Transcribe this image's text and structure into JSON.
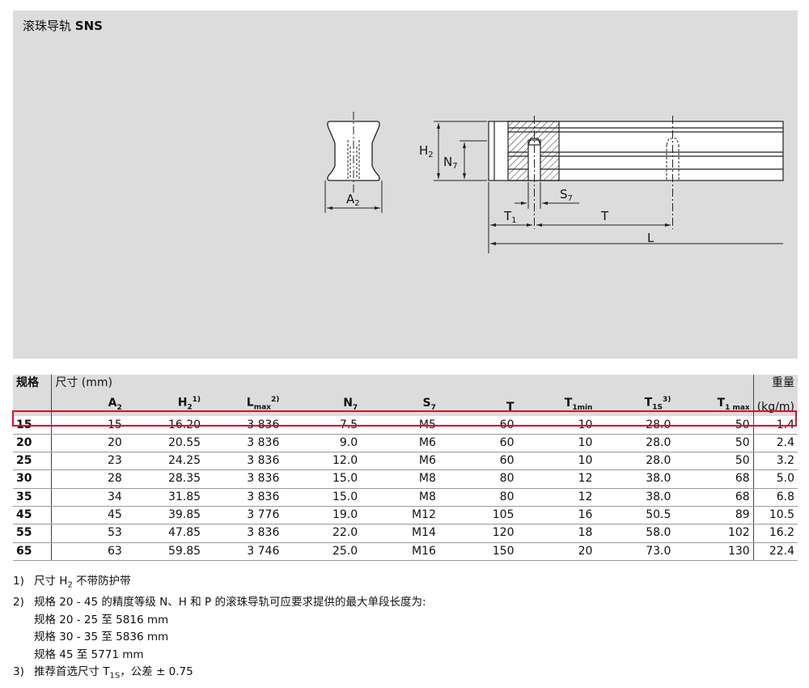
{
  "title": {
    "cn": "滚珠导轨",
    "code": "SNS"
  },
  "drawing_labels": {
    "a2": "A",
    "a2_sub": "2",
    "h2": "H",
    "h2_sub": "2",
    "n7": "N",
    "n7_sub": "7",
    "s7": "S",
    "s7_sub": "7",
    "t1": "T",
    "t1_sub": "1",
    "t": "T",
    "l": "L"
  },
  "table": {
    "header": {
      "spec": "规格",
      "size": "尺寸 (mm)",
      "weight": "重量",
      "weight_unit": "(kg/m)",
      "cols": [
        {
          "main": "A",
          "sub": "2",
          "sup": ""
        },
        {
          "main": "H",
          "sub": "2",
          "sup": "1)"
        },
        {
          "main": "L",
          "sub": "max",
          "sup": "2)"
        },
        {
          "main": "N",
          "sub": "7",
          "sup": ""
        },
        {
          "main": "S",
          "sub": "7",
          "sup": ""
        },
        {
          "main": "T",
          "sub": "",
          "sup": ""
        },
        {
          "main": "T",
          "sub": "1min",
          "sup": ""
        },
        {
          "main": "T",
          "sub": "1S",
          "sup": "3)"
        },
        {
          "main": "T",
          "sub": "1 max",
          "sup": ""
        }
      ]
    },
    "rows": [
      [
        "15",
        "15",
        "16.20",
        "3 836",
        "7.5",
        "M5",
        "60",
        "10",
        "28.0",
        "50",
        "1.4"
      ],
      [
        "20",
        "20",
        "20.55",
        "3 836",
        "9.0",
        "M6",
        "60",
        "10",
        "28.0",
        "50",
        "2.4"
      ],
      [
        "25",
        "23",
        "24.25",
        "3 836",
        "12.0",
        "M6",
        "60",
        "10",
        "28.0",
        "50",
        "3.2"
      ],
      [
        "30",
        "28",
        "28.35",
        "3 836",
        "15.0",
        "M8",
        "80",
        "12",
        "38.0",
        "68",
        "5.0"
      ],
      [
        "35",
        "34",
        "31.85",
        "3 836",
        "15.0",
        "M8",
        "80",
        "12",
        "38.0",
        "68",
        "6.8"
      ],
      [
        "45",
        "45",
        "39.85",
        "3 776",
        "19.0",
        "M12",
        "105",
        "16",
        "50.5",
        "89",
        "10.5"
      ],
      [
        "55",
        "53",
        "47.85",
        "3 836",
        "22.0",
        "M14",
        "120",
        "18",
        "58.0",
        "102",
        "16.2"
      ],
      [
        "65",
        "63",
        "59.85",
        "3 746",
        "25.0",
        "M16",
        "150",
        "20",
        "73.0",
        "130",
        "22.4"
      ]
    ],
    "highlight_color": "#d0142c"
  },
  "notes": [
    {
      "num": "1)",
      "text_a": "尺寸 H",
      "sub": "2",
      "text_b": " 不带防护带"
    },
    {
      "num": "2)",
      "text_a": "规格 20 - 45 的精度等级 N、H 和 P 的滚珠导轨可应要求提供的最大单段长度为:"
    },
    {
      "num": "",
      "text_a": "规格 20 - 25 至 5816 mm"
    },
    {
      "num": "",
      "text_a": "规格 30 - 35 至 5836 mm"
    },
    {
      "num": "",
      "text_a": "规格 45 至 5771 mm"
    },
    {
      "num": "3)",
      "text_a": "推荐首选尺寸 T",
      "sub": "1S",
      "text_b": "，公差 ± 0.75"
    }
  ]
}
